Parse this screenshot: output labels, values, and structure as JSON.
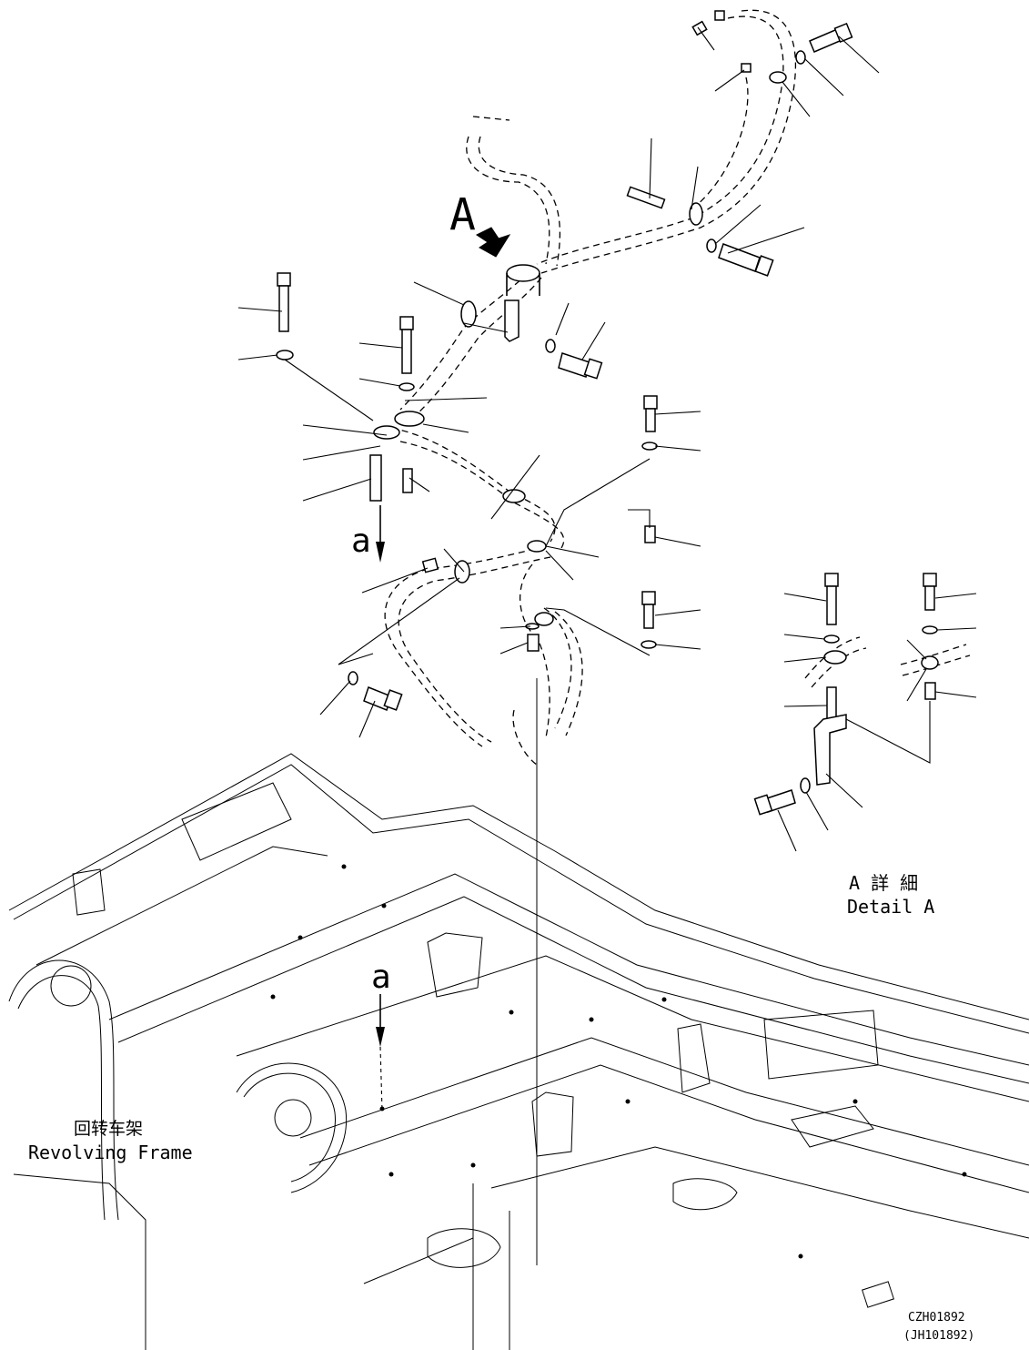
{
  "callouts": {
    "view_marker": "A",
    "section_marker_upper": "a",
    "section_marker_lower": "a"
  },
  "detail": {
    "title_jp": "A 詳 細",
    "title_en": "Detail A"
  },
  "frame": {
    "label_jp": "回转车架",
    "label_en": "Revolving Frame"
  },
  "drawing_codes": {
    "primary": "CZH01892",
    "secondary": "(JH101892)"
  }
}
